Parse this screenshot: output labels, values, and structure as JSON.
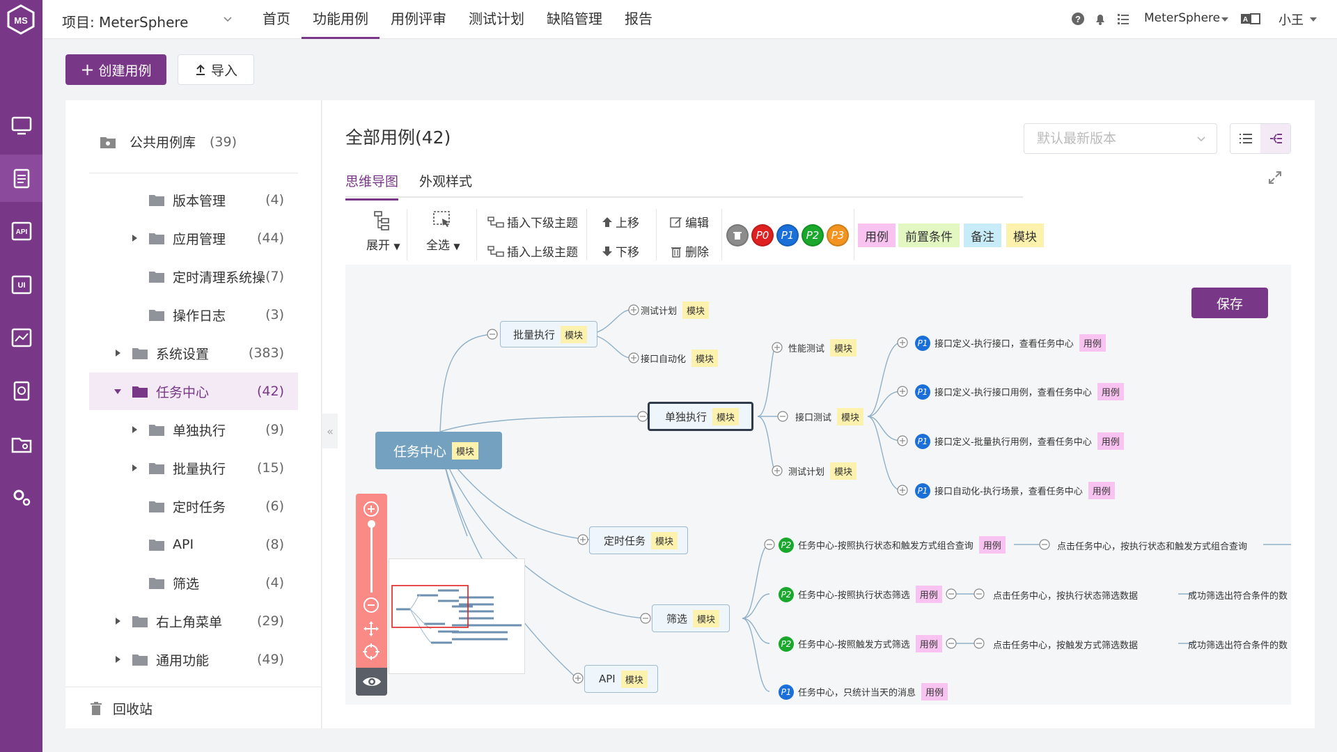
{
  "header": {
    "project_label": "项目: MeterSphere",
    "nav": [
      "首页",
      "功能用例",
      "用例评审",
      "测试计划",
      "缺陷管理",
      "报告"
    ],
    "active_nav": "功能用例",
    "workspace": "MeterSphere",
    "user": "小王"
  },
  "actions": {
    "create": "创建用例",
    "import": "导入"
  },
  "tree": {
    "public_lib": {
      "label": "公共用例库",
      "count": "(39)"
    },
    "nodes": [
      {
        "label": "版本管理",
        "count": "(4)",
        "level": 2,
        "arrow": "none"
      },
      {
        "label": "应用管理",
        "count": "(44)",
        "level": 2,
        "arrow": "right"
      },
      {
        "label": "定时清理系统操",
        "count": "(7)",
        "level": 2,
        "arrow": "none"
      },
      {
        "label": "操作日志",
        "count": "(3)",
        "level": 2,
        "arrow": "none"
      },
      {
        "label": "系统设置",
        "count": "(383)",
        "level": 1,
        "arrow": "right"
      },
      {
        "label": "任务中心",
        "count": "(42)",
        "level": 1,
        "arrow": "down",
        "active": true
      },
      {
        "label": "单独执行",
        "count": "(9)",
        "level": 2,
        "arrow": "right"
      },
      {
        "label": "批量执行",
        "count": "(15)",
        "level": 2,
        "arrow": "right"
      },
      {
        "label": "定时任务",
        "count": "(6)",
        "level": 2,
        "arrow": "none"
      },
      {
        "label": "API",
        "count": "(8)",
        "level": 2,
        "arrow": "none"
      },
      {
        "label": "筛选",
        "count": "(4)",
        "level": 2,
        "arrow": "none"
      },
      {
        "label": "右上角菜单",
        "count": "(29)",
        "level": 1,
        "arrow": "right"
      },
      {
        "label": "通用功能",
        "count": "(49)",
        "level": 1,
        "arrow": "right"
      }
    ],
    "recycle": "回收站"
  },
  "main": {
    "title": "全部用例(42)",
    "version_placeholder": "默认最新版本",
    "tabs": [
      "思维导图",
      "外观样式"
    ],
    "toolbar": {
      "expand": "展开",
      "select_all": "全选",
      "insert_child": "插入下级主题",
      "insert_parent": "插入上级主题",
      "move_up": "上移",
      "move_down": "下移",
      "edit": "编辑",
      "delete": "删除",
      "priorities": [
        "P0",
        "P1",
        "P2",
        "P3"
      ],
      "tags": [
        "用例",
        "前置条件",
        "备注",
        "模块"
      ]
    },
    "save": "保存"
  },
  "mindmap": {
    "root": "任务中心",
    "tag_module": "模块",
    "tag_case": "用例",
    "n_batch": "批量执行",
    "n_plan1": "测试计划",
    "n_auto": "接口自动化",
    "n_single": "单独执行",
    "n_perf": "性能测试",
    "n_api": "接口测试",
    "n_plan2": "测试计划",
    "n_timer": "定时任务",
    "n_filter": "筛选",
    "n_apinode": "API",
    "c1": "接口定义-执行接口，查看任务中心",
    "c2": "接口定义-执行接口用例，查看任务中心",
    "c3": "接口定义-批量执行用例，查看任务中心",
    "c4": "接口自动化-执行场景，查看任务中心",
    "f1": "任务中心-按照执行状态和触发方式组合查询",
    "f1s": "点击任务中心，按执行状态和触发方式组合查询",
    "f2": "任务中心-按照执行状态筛选",
    "f2s": "点击任务中心，按执行状态筛选数据",
    "f2r": "成功筛选出符合条件的数",
    "f3": "任务中心-按照触发方式筛选",
    "f3s": "点击任务中心，按触发方式筛选数据",
    "f3r": "成功筛选出符合条件的数",
    "f4": "任务中心，只统计当天的消息"
  },
  "colors": {
    "brand": "#783887",
    "p0": "#e02020",
    "p1": "#1a6fd8",
    "p2": "#19a82b",
    "p3": "#f39420",
    "root": "#73a1bf"
  }
}
